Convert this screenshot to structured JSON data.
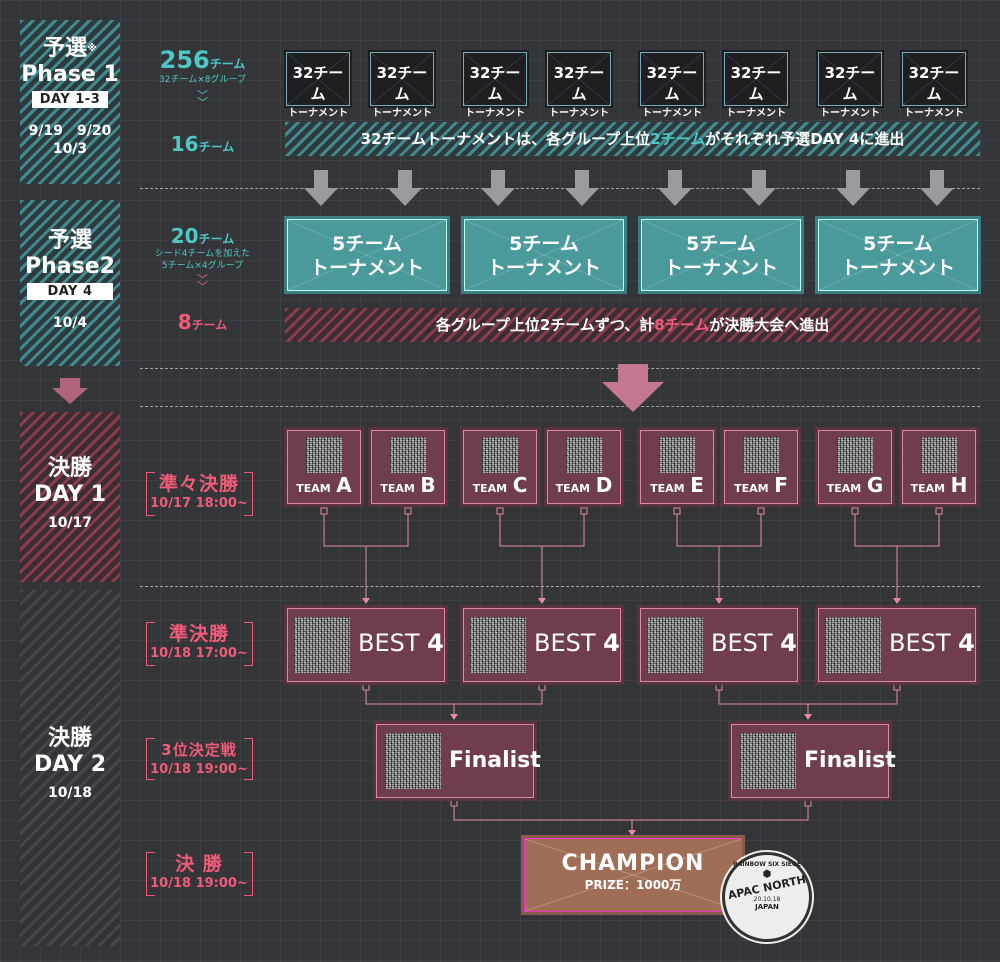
{
  "phases": {
    "phase1": {
      "title_line1": "予選",
      "sup": "※",
      "title_line2": "Phase 1",
      "day": "DAY 1-3",
      "dates_line1": "9/19　9/20",
      "dates_line2": "10/3"
    },
    "phase2": {
      "title_line1": "予選",
      "title_line2": "Phase2",
      "day": "DAY 4",
      "date": "10/4"
    },
    "final1": {
      "title_line1": "決勝",
      "title_line2": "DAY 1",
      "date": "10/17"
    },
    "final2": {
      "title_line1": "決勝",
      "title_line2": "DAY 2",
      "date": "10/18"
    }
  },
  "counts": {
    "c256": "256",
    "unit": "チーム",
    "c256_note": "32チーム×8グループ",
    "c16": "16",
    "c20": "20",
    "c20_note1": "シード4チームを加えた",
    "c20_note2": "5チーム×4グループ",
    "c8": "8"
  },
  "tournament32": {
    "line1": "32チーム",
    "line2": "トーナメント"
  },
  "banner1": {
    "text_a": "32チームトーナメントは、各グループ上位",
    "text_b": "2チーム",
    "text_c": "がそれぞれ予選",
    "text_d": "DAY 4",
    "text_e": "に進出"
  },
  "tournament5": {
    "line1": "5チーム",
    "line2": "トーナメント"
  },
  "banner2": {
    "text_a": "各グループ上位",
    "text_b": "2",
    "text_c": "チームずつ、計",
    "text_d": "8",
    "text_e": "チーム",
    "text_f": "が決勝大会へ進出"
  },
  "team_prefix": "TEAM",
  "teams": [
    "A",
    "B",
    "C",
    "D",
    "E",
    "F",
    "G",
    "H"
  ],
  "stages": {
    "qf": {
      "name": "準々決勝",
      "time": "10/17 18:00~"
    },
    "sf": {
      "name": "準決勝",
      "time": "10/18 17:00~"
    },
    "third": {
      "name": "3位決定戦",
      "time": "10/18 19:00~"
    },
    "final": {
      "name": "決 勝",
      "time": "10/18 19:00~"
    }
  },
  "best": {
    "word": "BEST",
    "num": "4"
  },
  "finalist": "Finalist",
  "champion": {
    "title": "CHAMPION",
    "prize": "PRIZE：1000万"
  },
  "seal": {
    "top": "RAINBOW SIX SIEGE",
    "main1": "APAC NORTH",
    "date": "20.10.18",
    "bottom": "JAPAN"
  },
  "colors": {
    "teal": "#4ec8c6",
    "pink": "#f05b77",
    "champion": "#a06e57"
  }
}
